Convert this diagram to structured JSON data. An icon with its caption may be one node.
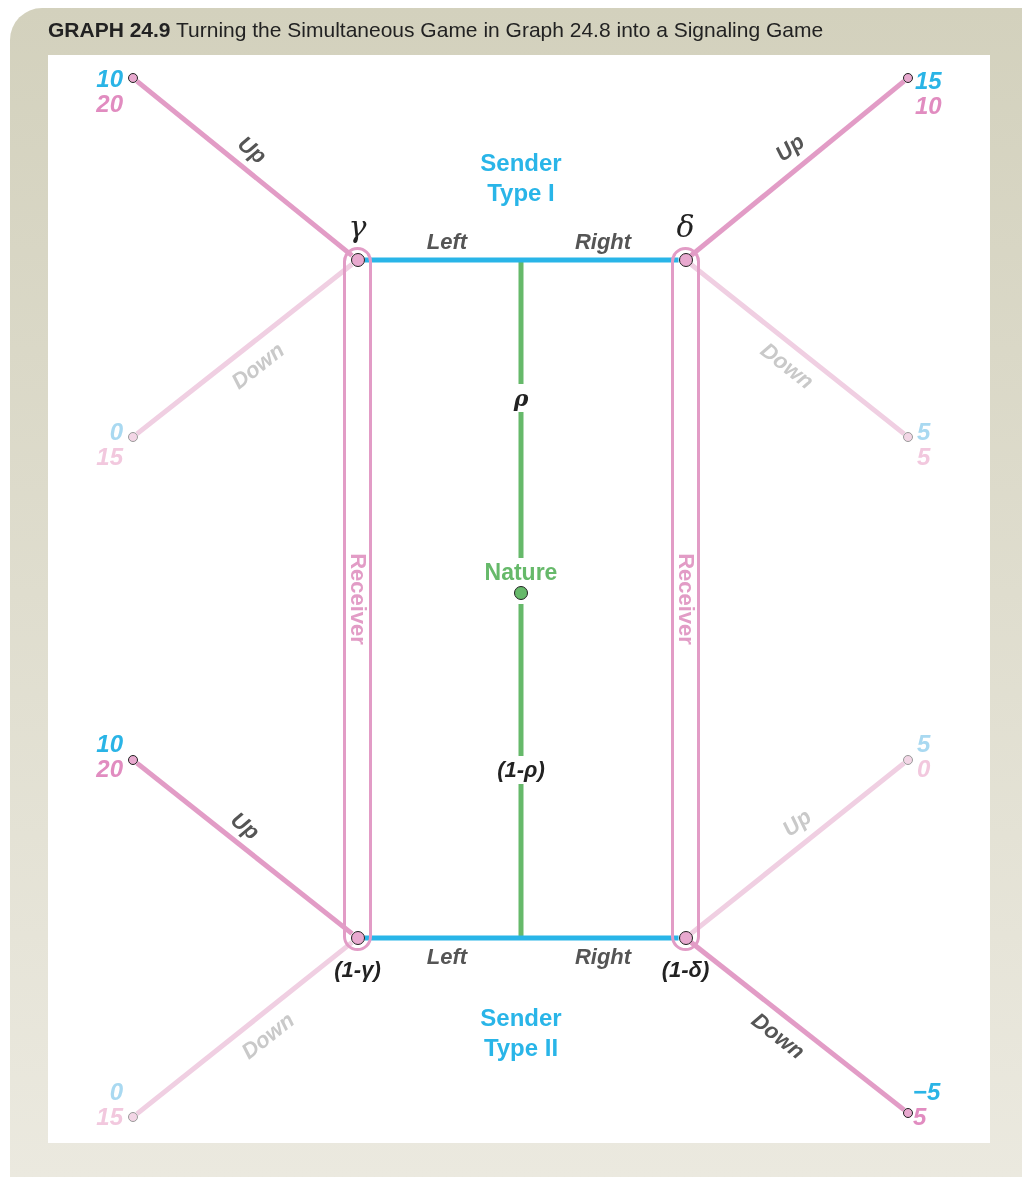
{
  "diagram": {
    "title": "**GRAPH 24.9** Turning the Simultaneous Game in Graph 24.8 into a Signaling Game",
    "nodes": [
      {
        "text": [],
        "shape": "circle",
        "beside": [
          "10",
          "20"
        ]
      },
      {
        "text": [],
        "shape": "circle",
        "beside": [
          "15",
          "10"
        ]
      },
      {
        "text": [
          "Sender Type I"
        ]
      },
      {
        "text": [
          "Receiver"
        ]
      },
      {
        "text": [],
        "shape": "circle",
        "in": 3,
        "beside": [
          "γ"
        ]
      },
      {
        "text": [],
        "shape": "circle",
        "in": 3,
        "beside": [
          "(1-γ)"
        ]
      },
      {
        "text": [
          "Receiver"
        ]
      },
      {
        "text": [],
        "shape": "circle",
        "in": 6,
        "beside": [
          "δ"
        ]
      },
      {
        "text": [],
        "shape": "circle",
        "in": 6,
        "beside": [
          "(1-δ)"
        ]
      },
      {
        "text": [],
        "shape": "circle",
        "beside": [
          "0",
          "15"
        ]
      },
      {
        "text": [],
        "shape": "circle",
        "beside": [
          "5",
          "5"
        ]
      },
      {
        "text": [
          "Nature"
        ]
      },
      {
        "text": [],
        "shape": "circle",
        "beside": [
          "10",
          "20"
        ]
      },
      {
        "text": [],
        "shape": "circle",
        "beside": [
          "5",
          "0"
        ]
      },
      {
        "text": [
          "Sender Type II"
        ]
      },
      {
        "text": [],
        "shape": "circle",
        "beside": [
          "0",
          "15"
        ]
      },
      {
        "text": [],
        "shape": "circle",
        "beside": [
          "−5",
          "5"
        ]
      }
    ],
    "edges": [
      {
        "from": 11,
        "to": 2,
        "arrow": "none",
        "label": "ρ",
        "color": "#66b96a"
      },
      {
        "from": 11,
        "to": 14,
        "arrow": "none",
        "label": "(1-ρ)",
        "color": "#66b96a"
      },
      {
        "from": 2,
        "to": 4,
        "arrow": "none",
        "label": "Left",
        "color": "#29b5e8"
      },
      {
        "from": 2,
        "to": 7,
        "arrow": "none",
        "label": "Right",
        "color": "#29b5e8"
      },
      {
        "from": 14,
        "to": 5,
        "arrow": "none",
        "label": "Left",
        "color": "#29b5e8"
      },
      {
        "from": 14,
        "to": 8,
        "arrow": "none",
        "label": "Right",
        "color": "#29b5e8"
      },
      {
        "from": 4,
        "to": 0,
        "arrow": "none",
        "label": "Up",
        "color": "#e29cc6"
      },
      {
        "from": 4,
        "to": 9,
        "arrow": "none",
        "label": "Down",
        "color": "#f0cfe2"
      },
      {
        "from": 7,
        "to": 1,
        "arrow": "none",
        "label": "Up",
        "color": "#e29cc6"
      },
      {
        "from": 7,
        "to": 10,
        "arrow": "none",
        "label": "Down",
        "color": "#f0cfe2"
      },
      {
        "from": 5,
        "to": 12,
        "arrow": "none",
        "label": "Up",
        "color": "#e29cc6"
      },
      {
        "from": 5,
        "to": 15,
        "arrow": "none",
        "label": "Down",
        "color": "#f0cfe2"
      },
      {
        "from": 8,
        "to": 13,
        "arrow": "none",
        "label": "Up",
        "color": "#f0cfe2"
      },
      {
        "from": 8,
        "to": 16,
        "arrow": "none",
        "label": "Down",
        "color": "#e29cc6"
      }
    ]
  }
}
